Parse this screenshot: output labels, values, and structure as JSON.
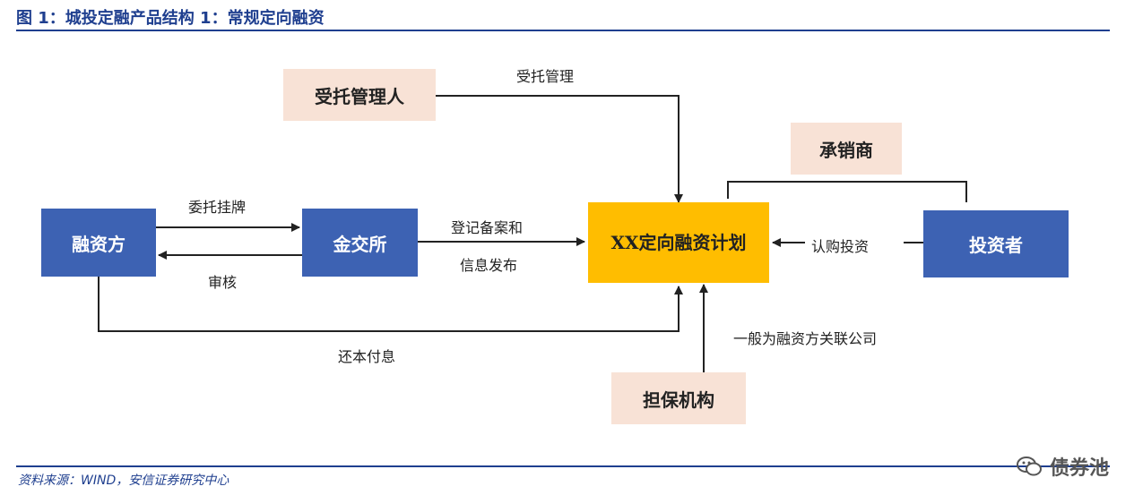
{
  "title": "图 1：城投定融产品结构 1：常规定向融资",
  "source": "资料来源：WIND，安信证券研究中心",
  "watermark": "债券池",
  "nodes": {
    "trustee": "受托管理人",
    "underwriter": "承销商",
    "financier": "融资方",
    "exchange": "金交所",
    "product": "XX定向融资计划",
    "investor": "投资者",
    "guarantor": "担保机构"
  },
  "edges": {
    "trust_management": "受托管理",
    "entrust_listing": "委托挂牌",
    "review": "审核",
    "register_line1": "登记备案和",
    "register_line2": "信息发布",
    "subscribe": "认购投资",
    "guarantor_note": "一般为融资方关联公司",
    "repay": "还本付息"
  },
  "colors": {
    "title_blue": "#1f3f8f",
    "node_blue": "#3d62b3",
    "node_peach": "#f8e2d6",
    "node_gold": "#ffbd00"
  }
}
